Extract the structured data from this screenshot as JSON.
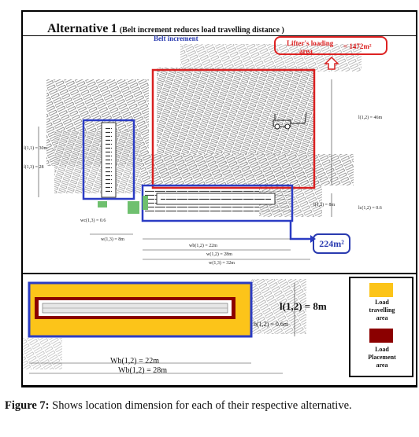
{
  "figure": {
    "title_prefix": "Alternative",
    "title_number": "1",
    "title_note": "(Belt increment reduces load travelling distance )",
    "belt_increment_label": "Belt increment",
    "lifter_area_label_line1": "Lifter's loading",
    "lifter_area_label_line2": "area",
    "lifter_area_value": "= 1472m²",
    "area_label_224": "224m²",
    "top_dims": {
      "l_1_1_left": "l(1,1) = 30m",
      "l_1_3": "l(1,3) = 28",
      "l_1_2_right": "l(1,2) = 46m",
      "l_1_2_mid": "l(1,2) = 8m",
      "l_c_1_2": "lc(1,2) = 0.6",
      "w_c_1_3": "wc(1,3) = 0.6",
      "w_1_3_lower": "w(1,3) = 8m",
      "w_b_1_2": "wb(1,2) = 22m",
      "w_1_2": "w(1,2) = 28m",
      "w_1_3": "w(1,3) = 32m"
    },
    "bottom_dims": {
      "l_1_2": "l(1,2) = 8m",
      "b_1_2": "b(1,2) = 0.6m",
      "w_b_22": "Wb(1,2) = 22m",
      "w_b_28": "Wb(1,2) = 28m"
    },
    "legend": [
      {
        "label_line1": "Load",
        "label_line2": "travelling",
        "label_line3": "area",
        "color": "#fcc419"
      },
      {
        "label_line1": "Load",
        "label_line2": "Placement",
        "label_line3": "area",
        "color": "#8b0000"
      }
    ],
    "colors": {
      "red": "#d92020",
      "blue": "#2b3cc4",
      "yellow": "#fcc419",
      "maroon": "#8b0000"
    }
  },
  "caption": {
    "label": "Figure 7:",
    "text": " Shows location dimension for each of their respective alternative."
  }
}
